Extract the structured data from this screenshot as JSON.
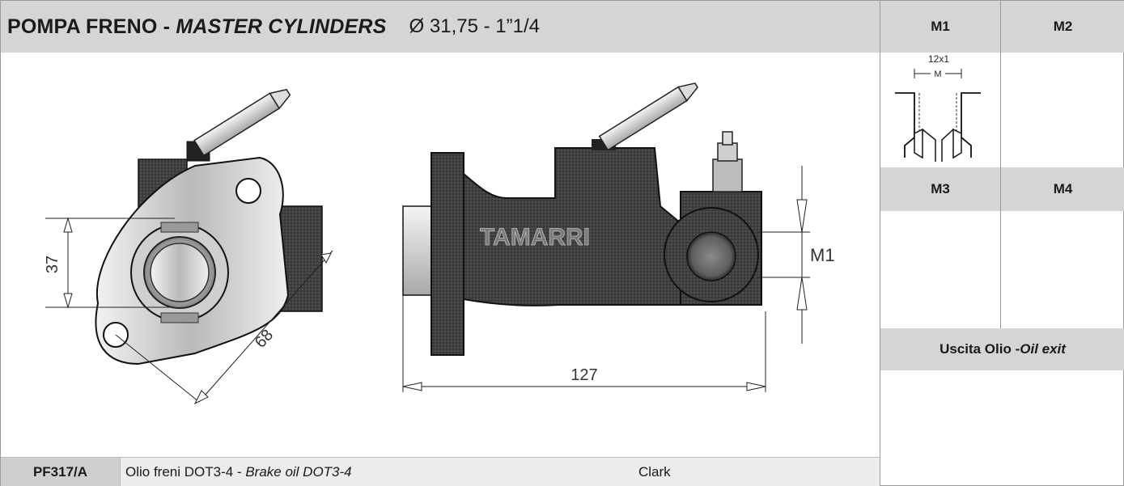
{
  "header": {
    "title_it": "POMPA FRENO - ",
    "title_en": "MASTER CYLINDERS",
    "diameter": "Ø 31,75 - 1”1/4"
  },
  "columns": {
    "m1": "M1",
    "m2": "M2",
    "m3": "M3",
    "m4": "M4",
    "oil_exit_it": "Uscita Olio - ",
    "oil_exit_en": "Oil exit"
  },
  "m1_detail": {
    "thread": "12x1",
    "dim_label": "M"
  },
  "drawing": {
    "dim_37": "37",
    "dim_68": "68",
    "dim_127": "127",
    "port_label": "M1",
    "brand_cast": "TAMARRI"
  },
  "product": {
    "code": "PF317/A",
    "desc_it": "Olio freni DOT3-4  - ",
    "desc_en": "Brake oil DOT3-4",
    "application": "Clark"
  },
  "colors": {
    "header_bg": "#d5d5d5",
    "row_bg": "#ececec",
    "code_bg": "#cfcfcf",
    "body_dark": "#3d3d3d"
  }
}
